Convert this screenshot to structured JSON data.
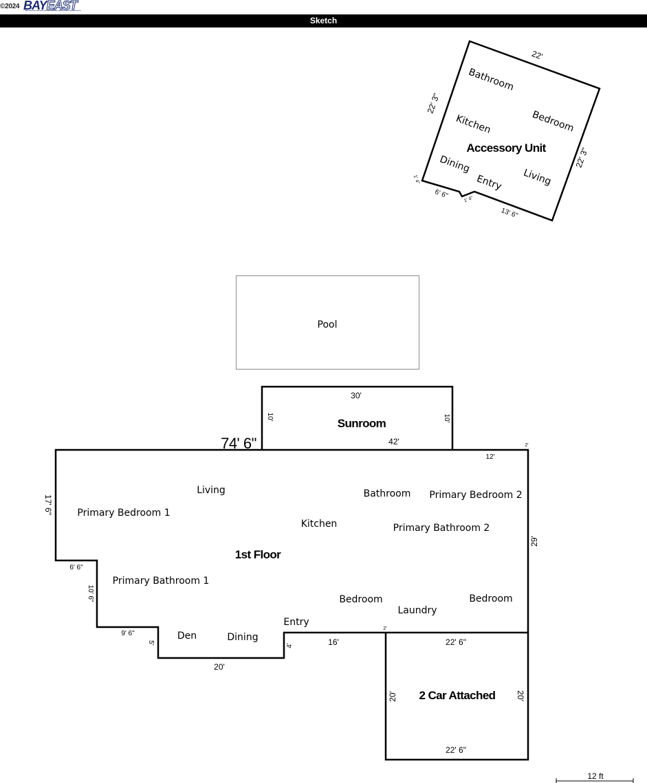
{
  "header": {
    "copyright": "©2024",
    "logo_bay": "BAY",
    "logo_east": "EAST",
    "title": "Sketch"
  },
  "accessory_unit": {
    "label": "Accessory Unit",
    "rooms": [
      "Bathroom",
      "Bedroom",
      "Kitchen",
      "Dining",
      "Living",
      "Entry"
    ],
    "dims": {
      "top": "22'",
      "left": "22' 3\"",
      "right": "22' 3\"",
      "bottom_right": "13' 6\"",
      "bottom_left": "6' 6\"",
      "notch_a": "1' 4\"",
      "notch_b": "1' 4\""
    }
  },
  "pool": {
    "label": "Pool"
  },
  "sunroom": {
    "label": "Sunroom",
    "dims": {
      "top": "30'",
      "left": "10'",
      "right": "10'"
    }
  },
  "first_floor": {
    "label": "1st Floor",
    "rooms": {
      "living": "Living",
      "primary_bedroom_1": "Primary Bedroom 1",
      "bathroom": "Bathroom",
      "primary_bedroom_2": "Primary Bedroom 2",
      "kitchen": "Kitchen",
      "primary_bathroom_2": "Primary Bathroom 2",
      "primary_bathroom_1": "Primary Bathroom 1",
      "bedroom_1": "Bedroom",
      "bedroom_2": "Bedroom",
      "laundry": "Laundry",
      "den": "Den",
      "dining": "Dining",
      "entry": "Entry"
    },
    "dims": {
      "overall": "74' 6\"",
      "top_mid": "42'",
      "top_right": "12'",
      "left": "17' 6\"",
      "right": "29'",
      "step1_h": "6' 6\"",
      "step1_v": "10' 6\"",
      "step2_h": "9' 6\"",
      "step2_v": "5'",
      "bottom": "20'",
      "entry_v": "4'",
      "bottom_mid": "16'",
      "corner_a": "2'",
      "corner_b": "2'"
    }
  },
  "garage": {
    "label": "2 Car Attached",
    "dims": {
      "top": "22' 6\"",
      "bottom": "22' 6\"",
      "left": "20'",
      "right": "20'"
    }
  },
  "scale": {
    "label": "12 ft"
  }
}
